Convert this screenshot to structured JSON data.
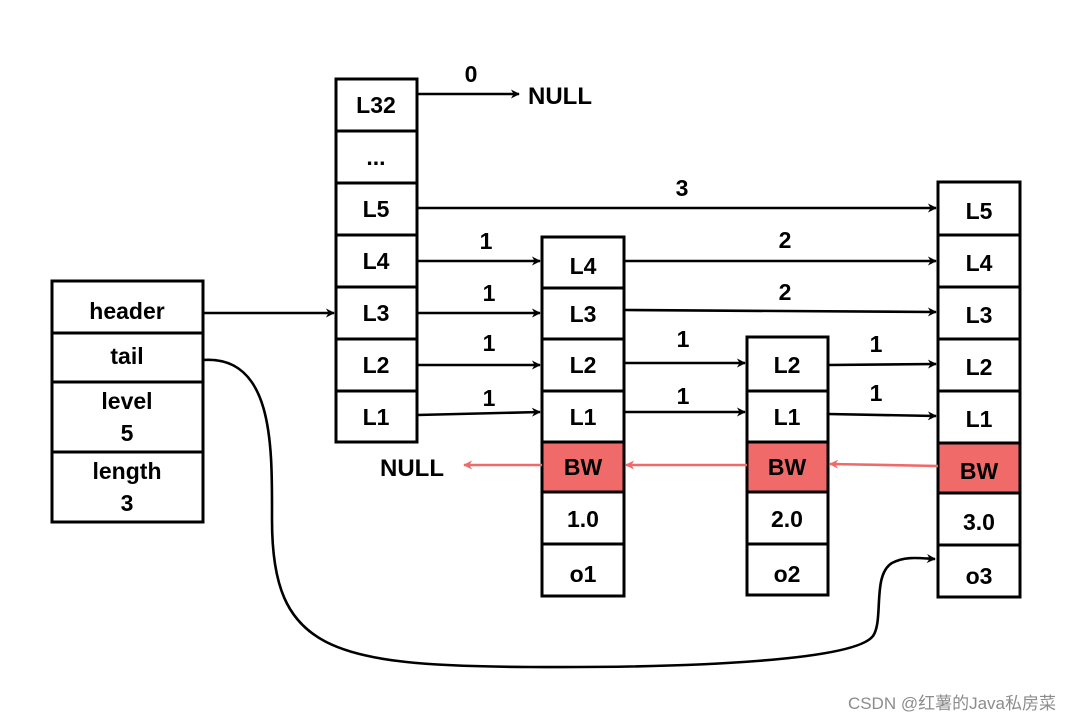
{
  "header_node": {
    "fields": [
      {
        "id": "header",
        "lines": [
          "header"
        ]
      },
      {
        "id": "tail",
        "lines": [
          "tail"
        ]
      },
      {
        "id": "level",
        "lines": [
          "level",
          "5"
        ]
      },
      {
        "id": "length",
        "lines": [
          "length",
          "3"
        ]
      }
    ]
  },
  "head_levels": [
    "L32",
    "...",
    "L5",
    "L4",
    "L3",
    "L2",
    "L1"
  ],
  "nodes": [
    {
      "id": "node1",
      "levels": [
        "L4",
        "L3",
        "L2",
        "L1"
      ],
      "backward": "BW",
      "score": "1.0",
      "obj": "o1"
    },
    {
      "id": "node2",
      "levels": [
        "L2",
        "L1"
      ],
      "backward": "BW",
      "score": "2.0",
      "obj": "o2"
    },
    {
      "id": "node3",
      "levels": [
        "L5",
        "L4",
        "L3",
        "L2",
        "L1"
      ],
      "backward": "BW",
      "score": "3.0",
      "obj": "o3"
    }
  ],
  "null_labels": {
    "top": "NULL",
    "left": "NULL"
  },
  "spans": {
    "L32": "0",
    "head_L5": "3",
    "head_L4": "1",
    "head_L3": "1",
    "head_L2": "1",
    "head_L1": "1",
    "n1_L4": "2",
    "n1_L3": "2",
    "n1_L2": "1",
    "n1_L1": "1",
    "n2_L2": "1",
    "n2_L1": "1"
  },
  "colors": {
    "backward": "#f06a6a",
    "stroke": "#000000"
  },
  "watermark": "CSDN @红薯的Java私房菜"
}
